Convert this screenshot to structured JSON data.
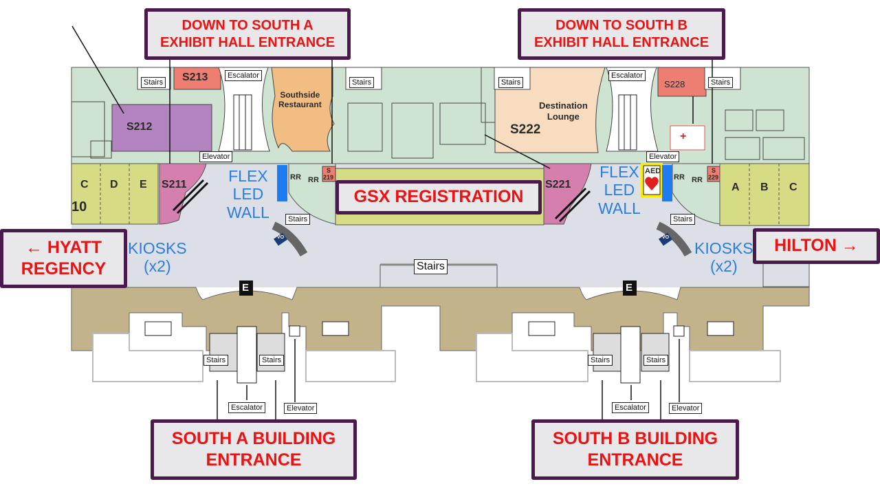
{
  "colors": {
    "corridor": "#dddfe6",
    "rooms_green": "#cfe3d3",
    "meeting_purple": "#b384c0",
    "salmon": "#ee7d72",
    "restaurant": "#f1bd83",
    "lounge": "#f8dcc0",
    "pink": "#d47fae",
    "exhibit_yellow": "#d6dc84",
    "concourse_tan": "#c3b38b",
    "led_blue": "#1f7cf0",
    "callout_border": "#4a1a4a",
    "callout_text": "#ee1111",
    "label_blue": "#2a7de1"
  },
  "callouts": {
    "south_a_exhibit": {
      "line1": "DOWN TO SOUTH A",
      "line2": "EXHIBIT HALL ENTRANCE"
    },
    "south_b_exhibit": {
      "line1": "DOWN TO SOUTH B",
      "line2": "EXHIBIT HALL ENTRANCE"
    },
    "registration": {
      "line1": "GSX REGISTRATION"
    },
    "hyatt": {
      "line1": "← HYATT",
      "line2": "REGENCY"
    },
    "hilton": {
      "line1": "HILTON →"
    },
    "south_a_building": {
      "line1": "SOUTH A BUILDING",
      "line2": "ENTRANCE"
    },
    "south_b_building": {
      "line1": "SOUTH B BUILDING",
      "line2": "ENTRANCE"
    }
  },
  "rooms": {
    "s212": "S212",
    "s213": "S213",
    "s211": "S211",
    "s219_a": "S",
    "s219_b": "219",
    "s221": "S221",
    "s222": "S222",
    "s228": "S228",
    "s229_a": "S",
    "s229_b": "229",
    "southside_1": "Southside",
    "southside_2": "Restaurant",
    "destination_1": "Destination",
    "destination_2": "Lounge",
    "hall_left": [
      "C",
      "D",
      "E"
    ],
    "hall_left_number": "10",
    "hall_right": [
      "A",
      "B",
      "C"
    ],
    "restroom": "RR"
  },
  "labels": {
    "flex_led_wall": [
      "FLEX",
      "LED",
      "WALL"
    ],
    "kiosks": [
      "KIOSKS",
      "(x2)"
    ],
    "stairs": "Stairs",
    "escalator": "Escalator",
    "elevator": "Elevator",
    "entrance_marker": "E",
    "aed": "AED",
    "first_aid": "+",
    "vo": "VO"
  }
}
